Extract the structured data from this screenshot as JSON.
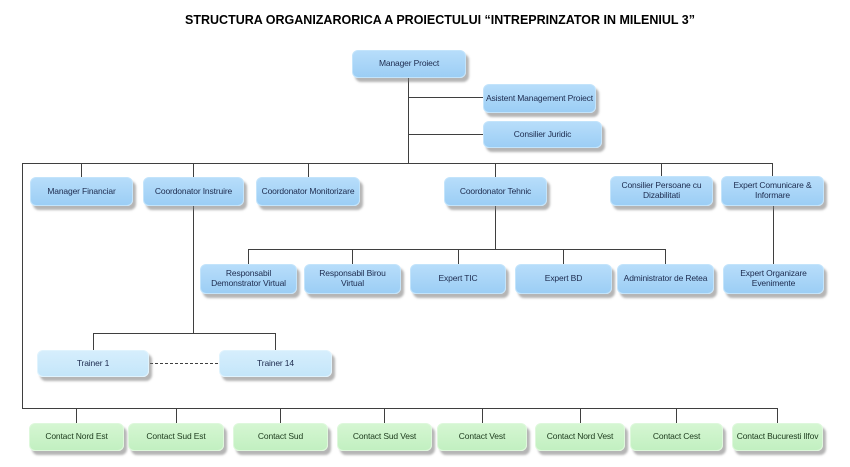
{
  "title": "STRUCTURA ORGANIZARORICA A PROIECTULUI “INTREPRINZATOR IN MILENIUL 3”",
  "colors": {
    "node_blue": "#9ccef5",
    "node_lightblue": "#c4e6fa",
    "node_green": "#c2f0c1",
    "connector": "#3f3f3f",
    "title_text": "#000000",
    "background": "#ffffff"
  },
  "nodes": {
    "manager_proiect": {
      "label": "Manager Proiect"
    },
    "asistent_management_proiect": {
      "label": "Asistent Management Proiect"
    },
    "consilier_juridic": {
      "label": "Consilier Juridic"
    },
    "manager_financiar": {
      "label": "Manager Financiar"
    },
    "coordonator_instruire": {
      "label": "Coordonator Instruire"
    },
    "coordonator_monitorizare": {
      "label": "Coordonator Monitorizare"
    },
    "coordonator_tehnic": {
      "label": "Coordonator Tehnic"
    },
    "consilier_persoane_dizabilitati": {
      "label": "Consilier Persoane cu Dizabilitati"
    },
    "expert_comunicare_informare": {
      "label": "Expert Comunicare & Informare"
    },
    "responsabil_demonstrator_virtual": {
      "label": "Responsabil Demonstrator Virtual"
    },
    "responsabil_birou_virtual": {
      "label": "Responsabil Birou Virtual"
    },
    "expert_tic": {
      "label": "Expert TIC"
    },
    "expert_bd": {
      "label": "Expert BD"
    },
    "administrator_retea": {
      "label": "Administrator de Retea"
    },
    "expert_organizare_evenimente": {
      "label": "Expert Organizare Evenimente"
    },
    "trainer_1": {
      "label": "Trainer 1"
    },
    "trainer_14": {
      "label": "Trainer 14"
    },
    "contact_nord_est": {
      "label": "Contact Nord Est"
    },
    "contact_sud_est": {
      "label": "Contact Sud Est"
    },
    "contact_sud": {
      "label": "Contact Sud"
    },
    "contact_sud_vest": {
      "label": "Contact Sud Vest"
    },
    "contact_vest": {
      "label": "Contact Vest"
    },
    "contact_nord_vest": {
      "label": "Contact Nord Vest"
    },
    "contact_cest": {
      "label": "Contact Cest"
    },
    "contact_bucuresti_ilfov": {
      "label": "Contact Bucuresti Ilfov"
    }
  },
  "edges": [
    [
      "manager_proiect",
      "asistent_management_proiect"
    ],
    [
      "manager_proiect",
      "consilier_juridic"
    ],
    [
      "manager_proiect",
      "manager_financiar"
    ],
    [
      "manager_proiect",
      "coordonator_instruire"
    ],
    [
      "manager_proiect",
      "coordonator_monitorizare"
    ],
    [
      "manager_proiect",
      "coordonator_tehnic"
    ],
    [
      "manager_proiect",
      "consilier_persoane_dizabilitati"
    ],
    [
      "manager_proiect",
      "expert_comunicare_informare"
    ],
    [
      "coordonator_tehnic",
      "responsabil_demonstrator_virtual"
    ],
    [
      "coordonator_tehnic",
      "responsabil_birou_virtual"
    ],
    [
      "coordonator_tehnic",
      "expert_tic"
    ],
    [
      "coordonator_tehnic",
      "expert_bd"
    ],
    [
      "coordonator_tehnic",
      "administrator_retea"
    ],
    [
      "expert_comunicare_informare",
      "expert_organizare_evenimente"
    ],
    [
      "coordonator_instruire",
      "trainer_1"
    ],
    [
      "coordonator_instruire",
      "trainer_14"
    ],
    [
      "trainer_1",
      "trainer_14"
    ],
    [
      "manager_proiect",
      "contact_nord_est"
    ],
    [
      "manager_proiect",
      "contact_sud_est"
    ],
    [
      "manager_proiect",
      "contact_sud"
    ],
    [
      "manager_proiect",
      "contact_sud_vest"
    ],
    [
      "manager_proiect",
      "contact_vest"
    ],
    [
      "manager_proiect",
      "contact_nord_vest"
    ],
    [
      "manager_proiect",
      "contact_cest"
    ],
    [
      "manager_proiect",
      "contact_bucuresti_ilfov"
    ]
  ]
}
